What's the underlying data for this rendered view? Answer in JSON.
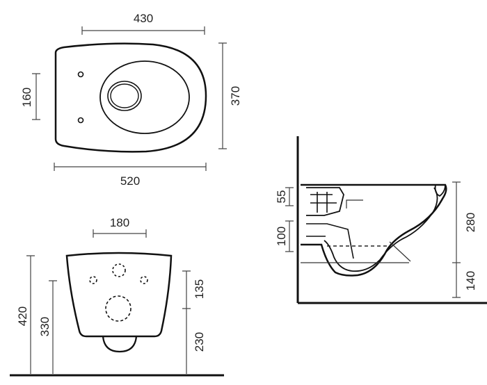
{
  "colors": {
    "line": "#111111",
    "dimension": "#444444",
    "background": "#ffffff"
  },
  "top_view": {
    "width_seat": "430",
    "width_total": "520",
    "height_total": "370",
    "hole_spacing": "160"
  },
  "front_view": {
    "fixing_width": "180",
    "height_total": "420",
    "height_outlet": "330",
    "upper_offset": "135",
    "lower_offset": "230"
  },
  "side_view": {
    "inlet_height": "55",
    "outlet_height": "100",
    "bowl_height": "280",
    "floor_height": "140"
  }
}
